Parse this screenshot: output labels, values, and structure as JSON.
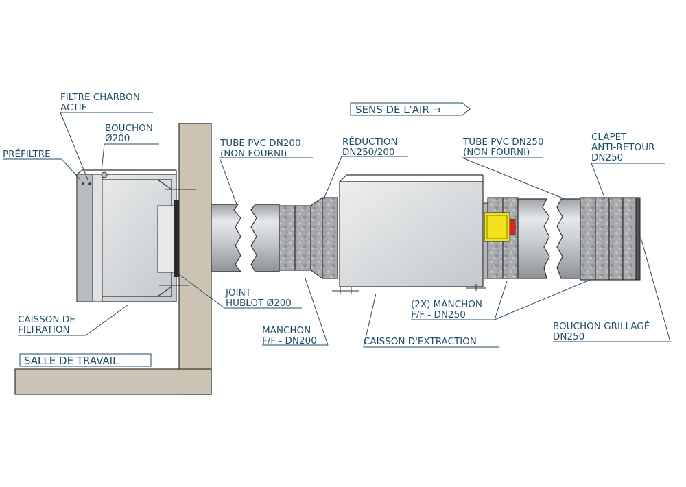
{
  "labels": {
    "filtre_charbon": [
      "FILTRE CHARBON",
      "ACTIF"
    ],
    "bouchon_200": [
      "BOUCHON",
      "Ø200"
    ],
    "prefiltre": [
      "PRÉFILTRE"
    ],
    "tube_pvc_200": [
      "TUBE PVC DN200",
      "(NON FOURNI)"
    ],
    "reduction": [
      "RÉDUCTION",
      "DN250/200"
    ],
    "tube_pvc_250": [
      "TUBE PVC DN250",
      "(NON FOURNI)"
    ],
    "clapet": [
      "CLAPET",
      "ANTI-RETOUR",
      "DN250"
    ],
    "joint": [
      "JOINT",
      "HUBLOT Ø200"
    ],
    "caisson_filtration": [
      "CAISSON DE",
      "FILTRATION"
    ],
    "manchon_200": [
      "MANCHON",
      "F/F - DN200"
    ],
    "caisson_extraction": [
      "CAISSON D'EXTRACTION"
    ],
    "manchon_250": [
      "(2X) MANCHON",
      "F/F - DN250"
    ],
    "bouchon_grillage": [
      "BOUCHON GRILLAGÉ",
      "DN250"
    ]
  },
  "boxes": {
    "sens_air": "SENS DE L'AIR →",
    "salle": "SALLE DE TRAVAIL"
  },
  "colors": {
    "text": "#1f4d66",
    "wall": "#cdc3b3",
    "metal": "#d7d9dc",
    "duct": "#c9ccd0",
    "sleeve": "#a9abae",
    "clapet_yellow": "#f3e11c",
    "clapet_red": "#e0201b"
  }
}
